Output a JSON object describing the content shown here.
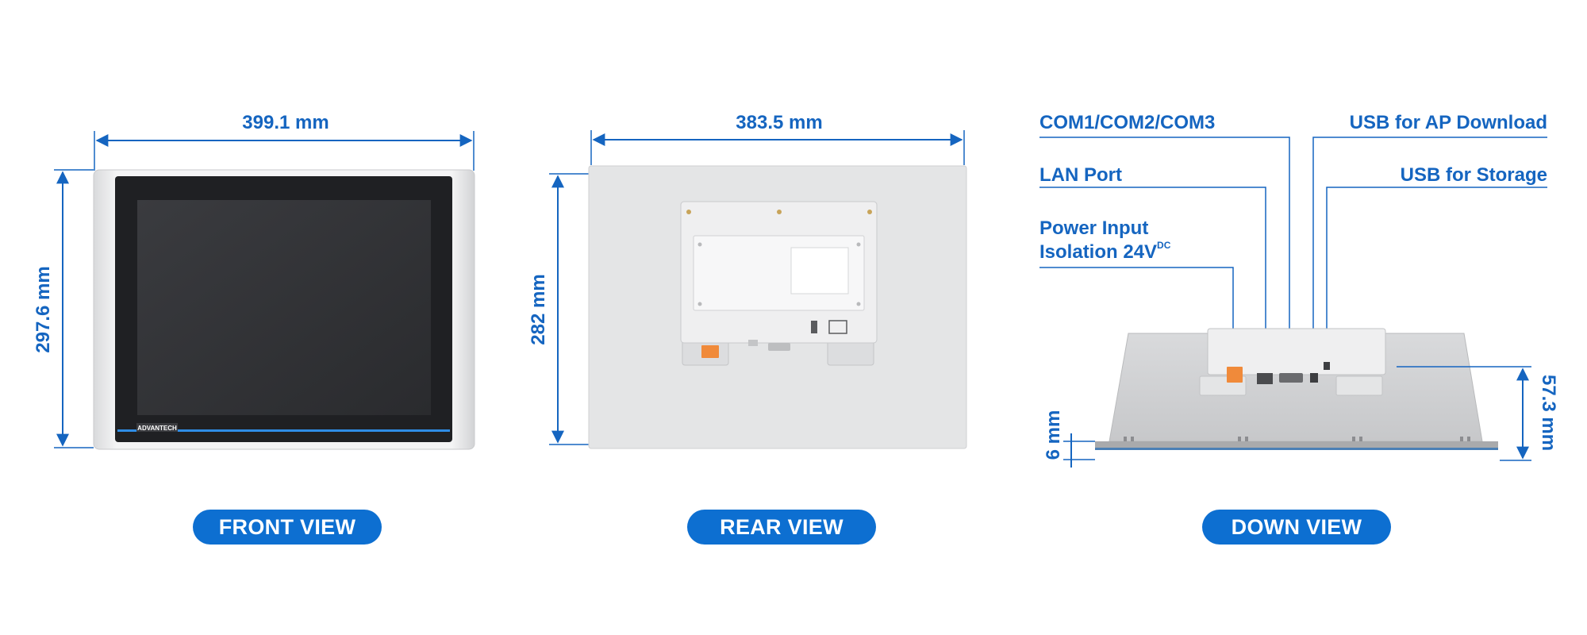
{
  "colors": {
    "accent": "#1565c0",
    "pill": "#0d6fd1",
    "bezel": "#e8e9eb",
    "screen": "#2c2d30",
    "rear_panel": "#e6e7e8",
    "terminal": "#f08a3a"
  },
  "front_view": {
    "label": "FRONT VIEW",
    "width_dim": "399.1 mm",
    "height_dim": "297.6 mm",
    "logo": "ADVANTECH"
  },
  "rear_view": {
    "label": "REAR VIEW",
    "width_dim": "383.5 mm",
    "height_dim": "282 mm"
  },
  "down_view": {
    "label": "DOWN VIEW",
    "depth_dim": "57.3 mm",
    "bezel_dim": "6 mm",
    "callouts": {
      "com": "COM1/COM2/COM3",
      "lan": "LAN Port",
      "power_line1": "Power Input",
      "power_line2": "Isolation 24V",
      "power_sup": "DC",
      "usb_ap": "USB for AP Download",
      "usb_storage": "USB for Storage"
    }
  }
}
